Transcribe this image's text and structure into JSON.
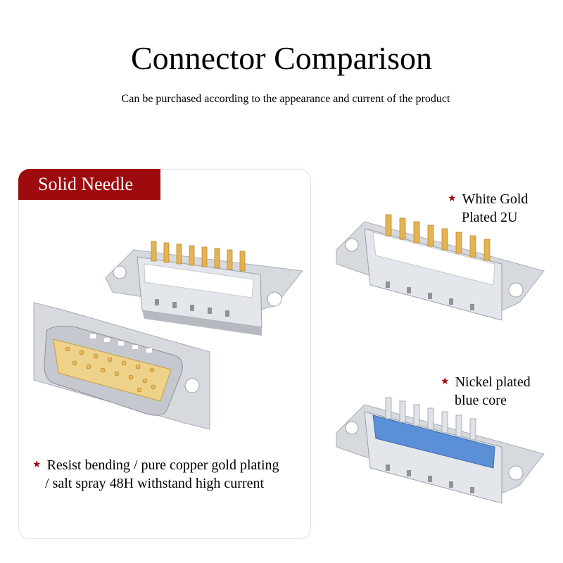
{
  "header": {
    "title": "Connector Comparison",
    "subtitle": "Can be purchased according to the appearance and current of the product"
  },
  "panel": {
    "tag_label": "Solid Needle",
    "caption_line1": "Resist bending / pure copper gold plating",
    "caption_line2": "/ salt spray 48H withstand high current"
  },
  "variants": [
    {
      "line1": "White Gold",
      "line2": "Plated 2U",
      "core_color": "#ffffff",
      "pin_color": "#e8b85a"
    },
    {
      "line1": "Nickel plated",
      "line2": "blue core",
      "core_color": "#5b8fd6",
      "pin_color": "#d9dde3"
    }
  ],
  "colors": {
    "accent": "#9e0b0f",
    "star": "#9e0b0f",
    "gold": "#e8b85a",
    "shell": "#c9ccd1"
  }
}
